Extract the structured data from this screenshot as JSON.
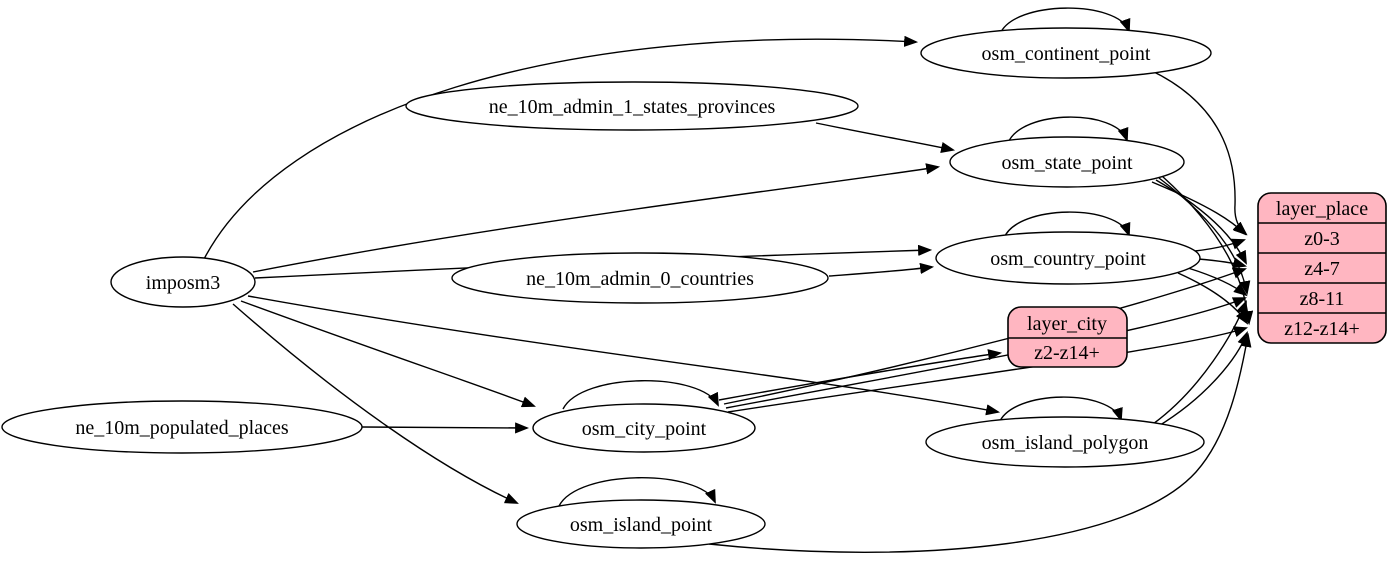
{
  "diagram": {
    "nodes": {
      "imposm3": {
        "label": "imposm3",
        "type": "table-source"
      },
      "ne_10m_admin_1_states_provinces": {
        "label": "ne_10m_admin_1_states_provinces",
        "type": "table-source"
      },
      "ne_10m_admin_0_countries": {
        "label": "ne_10m_admin_0_countries",
        "type": "table-source"
      },
      "ne_10m_populated_places": {
        "label": "ne_10m_populated_places",
        "type": "table-source"
      },
      "osm_continent_point": {
        "label": "osm_continent_point",
        "type": "table"
      },
      "osm_state_point": {
        "label": "osm_state_point",
        "type": "table"
      },
      "osm_country_point": {
        "label": "osm_country_point",
        "type": "table"
      },
      "osm_city_point": {
        "label": "osm_city_point",
        "type": "table"
      },
      "osm_island_polygon": {
        "label": "osm_island_polygon",
        "type": "table"
      },
      "osm_island_point": {
        "label": "osm_island_point",
        "type": "table"
      },
      "layer_city": {
        "label": "layer_city",
        "rows": [
          "z2-z14+"
        ],
        "type": "layer"
      },
      "layer_place": {
        "label": "layer_place",
        "rows": [
          "z0-3",
          "z4-7",
          "z8-11",
          "z12-z14+"
        ],
        "type": "layer"
      }
    },
    "colors": {
      "layer_fill": "#ffb6c1",
      "table_fill": "#ffffff",
      "stroke": "#000000"
    },
    "edges": [
      {
        "from": "imposm3",
        "to": "osm_continent_point"
      },
      {
        "from": "imposm3",
        "to": "osm_state_point"
      },
      {
        "from": "imposm3",
        "to": "osm_country_point"
      },
      {
        "from": "imposm3",
        "to": "osm_city_point"
      },
      {
        "from": "imposm3",
        "to": "osm_island_polygon"
      },
      {
        "from": "imposm3",
        "to": "osm_island_point"
      },
      {
        "from": "ne_10m_admin_1_states_provinces",
        "to": "osm_state_point"
      },
      {
        "from": "ne_10m_admin_0_countries",
        "to": "osm_country_point"
      },
      {
        "from": "ne_10m_populated_places",
        "to": "osm_city_point"
      },
      {
        "from": "osm_continent_point",
        "to": "osm_continent_point"
      },
      {
        "from": "osm_state_point",
        "to": "osm_state_point"
      },
      {
        "from": "osm_country_point",
        "to": "osm_country_point"
      },
      {
        "from": "osm_city_point",
        "to": "osm_city_point"
      },
      {
        "from": "osm_island_polygon",
        "to": "osm_island_polygon"
      },
      {
        "from": "osm_island_point",
        "to": "osm_island_point"
      },
      {
        "from": "osm_continent_point",
        "to": "layer_place",
        "to_row": "z0-3"
      },
      {
        "from": "osm_state_point",
        "to": "layer_place",
        "to_row": "z0-3"
      },
      {
        "from": "osm_state_point",
        "to": "layer_place",
        "to_row": "z4-7"
      },
      {
        "from": "osm_state_point",
        "to": "layer_place",
        "to_row": "z8-11"
      },
      {
        "from": "osm_state_point",
        "to": "layer_place",
        "to_row": "z12-z14+"
      },
      {
        "from": "osm_country_point",
        "to": "layer_place",
        "to_row": "z0-3"
      },
      {
        "from": "osm_country_point",
        "to": "layer_place",
        "to_row": "z4-7"
      },
      {
        "from": "osm_country_point",
        "to": "layer_place",
        "to_row": "z8-11"
      },
      {
        "from": "osm_country_point",
        "to": "layer_place",
        "to_row": "z12-z14+"
      },
      {
        "from": "osm_city_point",
        "to": "layer_city",
        "to_row": "z2-z14+"
      },
      {
        "from": "osm_city_point",
        "to": "layer_place",
        "to_row": "z4-7"
      },
      {
        "from": "osm_city_point",
        "to": "layer_place",
        "to_row": "z8-11"
      },
      {
        "from": "osm_city_point",
        "to": "layer_place",
        "to_row": "z12-z14+"
      },
      {
        "from": "osm_island_polygon",
        "to": "layer_place",
        "to_row": "z8-11"
      },
      {
        "from": "osm_island_polygon",
        "to": "layer_place",
        "to_row": "z12-z14+"
      },
      {
        "from": "osm_island_point",
        "to": "layer_place",
        "to_row": "z12-z14+"
      }
    ]
  }
}
